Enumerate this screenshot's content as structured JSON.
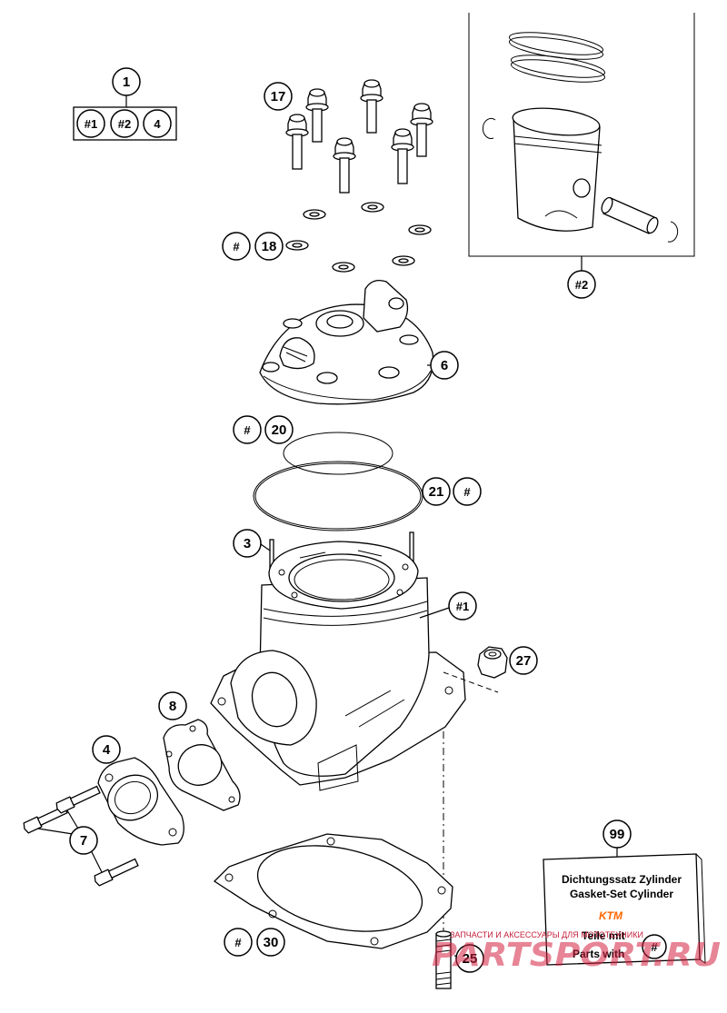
{
  "callouts": {
    "c1": "1",
    "c1_h1": "#1",
    "c1_h2": "#2",
    "c1_4": "4",
    "c17": "17",
    "c18": "18",
    "c18_hash": "#",
    "c2": "#2",
    "c6": "6",
    "c20": "20",
    "c20_hash": "#",
    "c21": "21",
    "c21_hash": "#",
    "c3": "3",
    "c1cyl": "#1",
    "c27": "27",
    "c8": "8",
    "c4": "4",
    "c7": "7",
    "c99": "99",
    "c30": "30",
    "c30_hash": "#",
    "c25": "25"
  },
  "gasket_box": {
    "line1": "Dichtungssatz Zylinder",
    "line2": "Gasket-Set Cylinder",
    "brand": "KTM",
    "line3": "Teile mit",
    "line4": "Parts with",
    "hash": "#"
  },
  "watermark": {
    "small": "ЗАПЧАСТИ И АКСЕССУАРЫ ДЛЯ МОТОТЕХНИКИ",
    "big": "PARTSPORT.RU"
  },
  "icons": [
    "bolt-icon",
    "washer-icon",
    "piston-icon",
    "cylinder-icon",
    "gasket-icon",
    "nut-icon",
    "stud-icon"
  ]
}
